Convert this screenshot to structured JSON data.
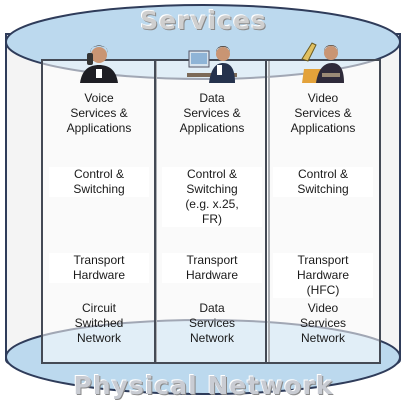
{
  "titles": {
    "services": "Services",
    "physical": "Physical Network"
  },
  "columns": [
    {
      "icon": "person-on-phone-icon",
      "service": "Voice\nServices &\nApplications",
      "control": "Control &\nSwitching",
      "transport": "Transport\nHardware",
      "network": "Circuit\nSwitched\nNetwork"
    },
    {
      "icon": "person-at-computer-icon",
      "service": "Data\nServices &\nApplications",
      "control": "Control &\nSwitching\n(e.g. x.25,\nFR)",
      "transport": "Transport\nHardware",
      "network": "Data\nServices\nNetwork"
    },
    {
      "icon": "person-watching-video-icon",
      "service": "Video\nServices &\nApplications",
      "control": "Control &\nSwitching",
      "transport": "Transport\nHardware\n(HFC)",
      "network": "Video\nServices\nNetwork"
    }
  ],
  "colors": {
    "ellipse_fill": "#bcd9ee",
    "ellipse_stroke": "#2f3c5a",
    "cylinder_side": "#f4f4f4"
  }
}
